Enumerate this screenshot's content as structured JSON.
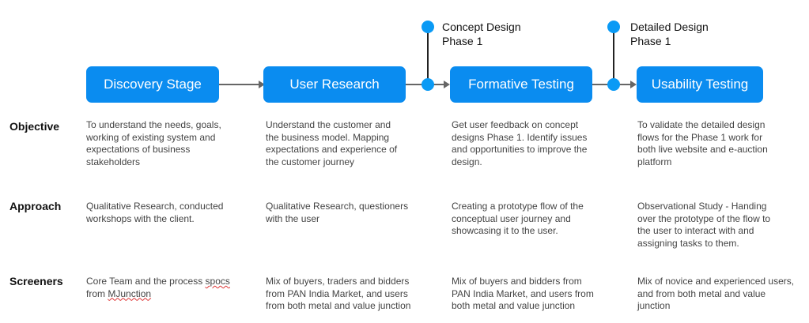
{
  "stages": [
    {
      "label": "Discovery Stage"
    },
    {
      "label": "User Research"
    },
    {
      "label": "Formative Testing"
    },
    {
      "label": "Usability Testing"
    }
  ],
  "milestones": [
    {
      "line1": "Concept Design",
      "line2": "Phase 1"
    },
    {
      "line1": "Detailed Design",
      "line2": "Phase 1"
    }
  ],
  "rows": [
    {
      "label": "Objective",
      "cells": [
        "To understand the needs, goals, working of existing system and expectations of business stakeholders",
        "Understand the customer and the business model. Mapping expectations and experience of the customer journey",
        "Get user feedback on concept designs Phase 1. Identify issues and opportunities to improve the design.",
        "To validate the detailed design flows for the Phase 1 work for both live website and e-auction platform"
      ]
    },
    {
      "label": "Approach",
      "cells": [
        "Qualitative Research, conducted workshops with the client.",
        "Qualitative Research, questioners with the user",
        "Creating a prototype flow of the conceptual user journey and showcasing it to the user.",
        "Observational Study - Handing over the prototype of the flow to the user to interact with and assigning tasks to them."
      ]
    },
    {
      "label": "Screeners",
      "cells": [
        {
          "pre": "Core Team and the process ",
          "sq1": "spocs",
          "mid": " from ",
          "sq2": "MJunction"
        },
        "Mix of buyers, traders and bidders from PAN India Market, and users from both metal and value junction",
        "Mix of buyers and bidders from PAN India Market, and users from both metal and value junction",
        "Mix of novice and experienced users, and from both metal and value junction"
      ]
    }
  ],
  "colors": {
    "stage": "#0a8cf0",
    "dot": "#0a9af5",
    "connector": "#666666"
  }
}
